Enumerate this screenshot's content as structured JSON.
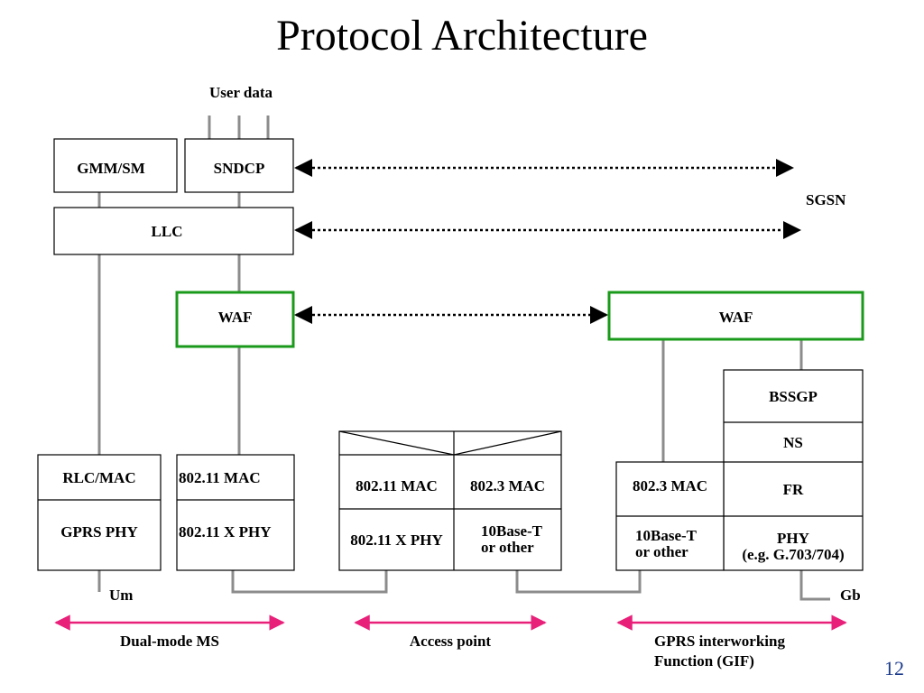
{
  "title": "Protocol Architecture",
  "page_number": "12",
  "colors": {
    "waf_border": "#1a9a1a",
    "span_arrow": "#e8207a",
    "connector": "#8c8c8c",
    "page_number": "#1a3a8c"
  },
  "labels": {
    "user_data": "User data",
    "sgsn": "SGSN",
    "um": "Um",
    "gb": "Gb"
  },
  "ms": {
    "gmm_sm": "GMM/SM",
    "sndcp": "SNDCP",
    "llc": "LLC",
    "waf": "WAF",
    "rlc_mac": "RLC/MAC",
    "gprs_phy": "GPRS PHY",
    "wifi_mac": "802.11 MAC",
    "wifi_phy": "802.11 X PHY"
  },
  "ap": {
    "wifi_mac": "802.11 MAC",
    "eth_mac": "802.3 MAC",
    "wifi_phy": "802.11 X PHY",
    "eth_phy_line1": "10Base-T",
    "eth_phy_line2": "or other"
  },
  "gif": {
    "waf": "WAF",
    "bssgp": "BSSGP",
    "ns": "NS",
    "fr": "FR",
    "eth_mac": "802.3 MAC",
    "eth_phy_line1": "10Base-T",
    "eth_phy_line2": "or other",
    "phy_line1": "PHY",
    "phy_line2": "(e.g. G.703/704)"
  },
  "spans": {
    "ms": "Dual-mode MS",
    "ap": "Access point",
    "gif_line1": "GPRS interworking",
    "gif_line2": "Function (GIF)"
  }
}
